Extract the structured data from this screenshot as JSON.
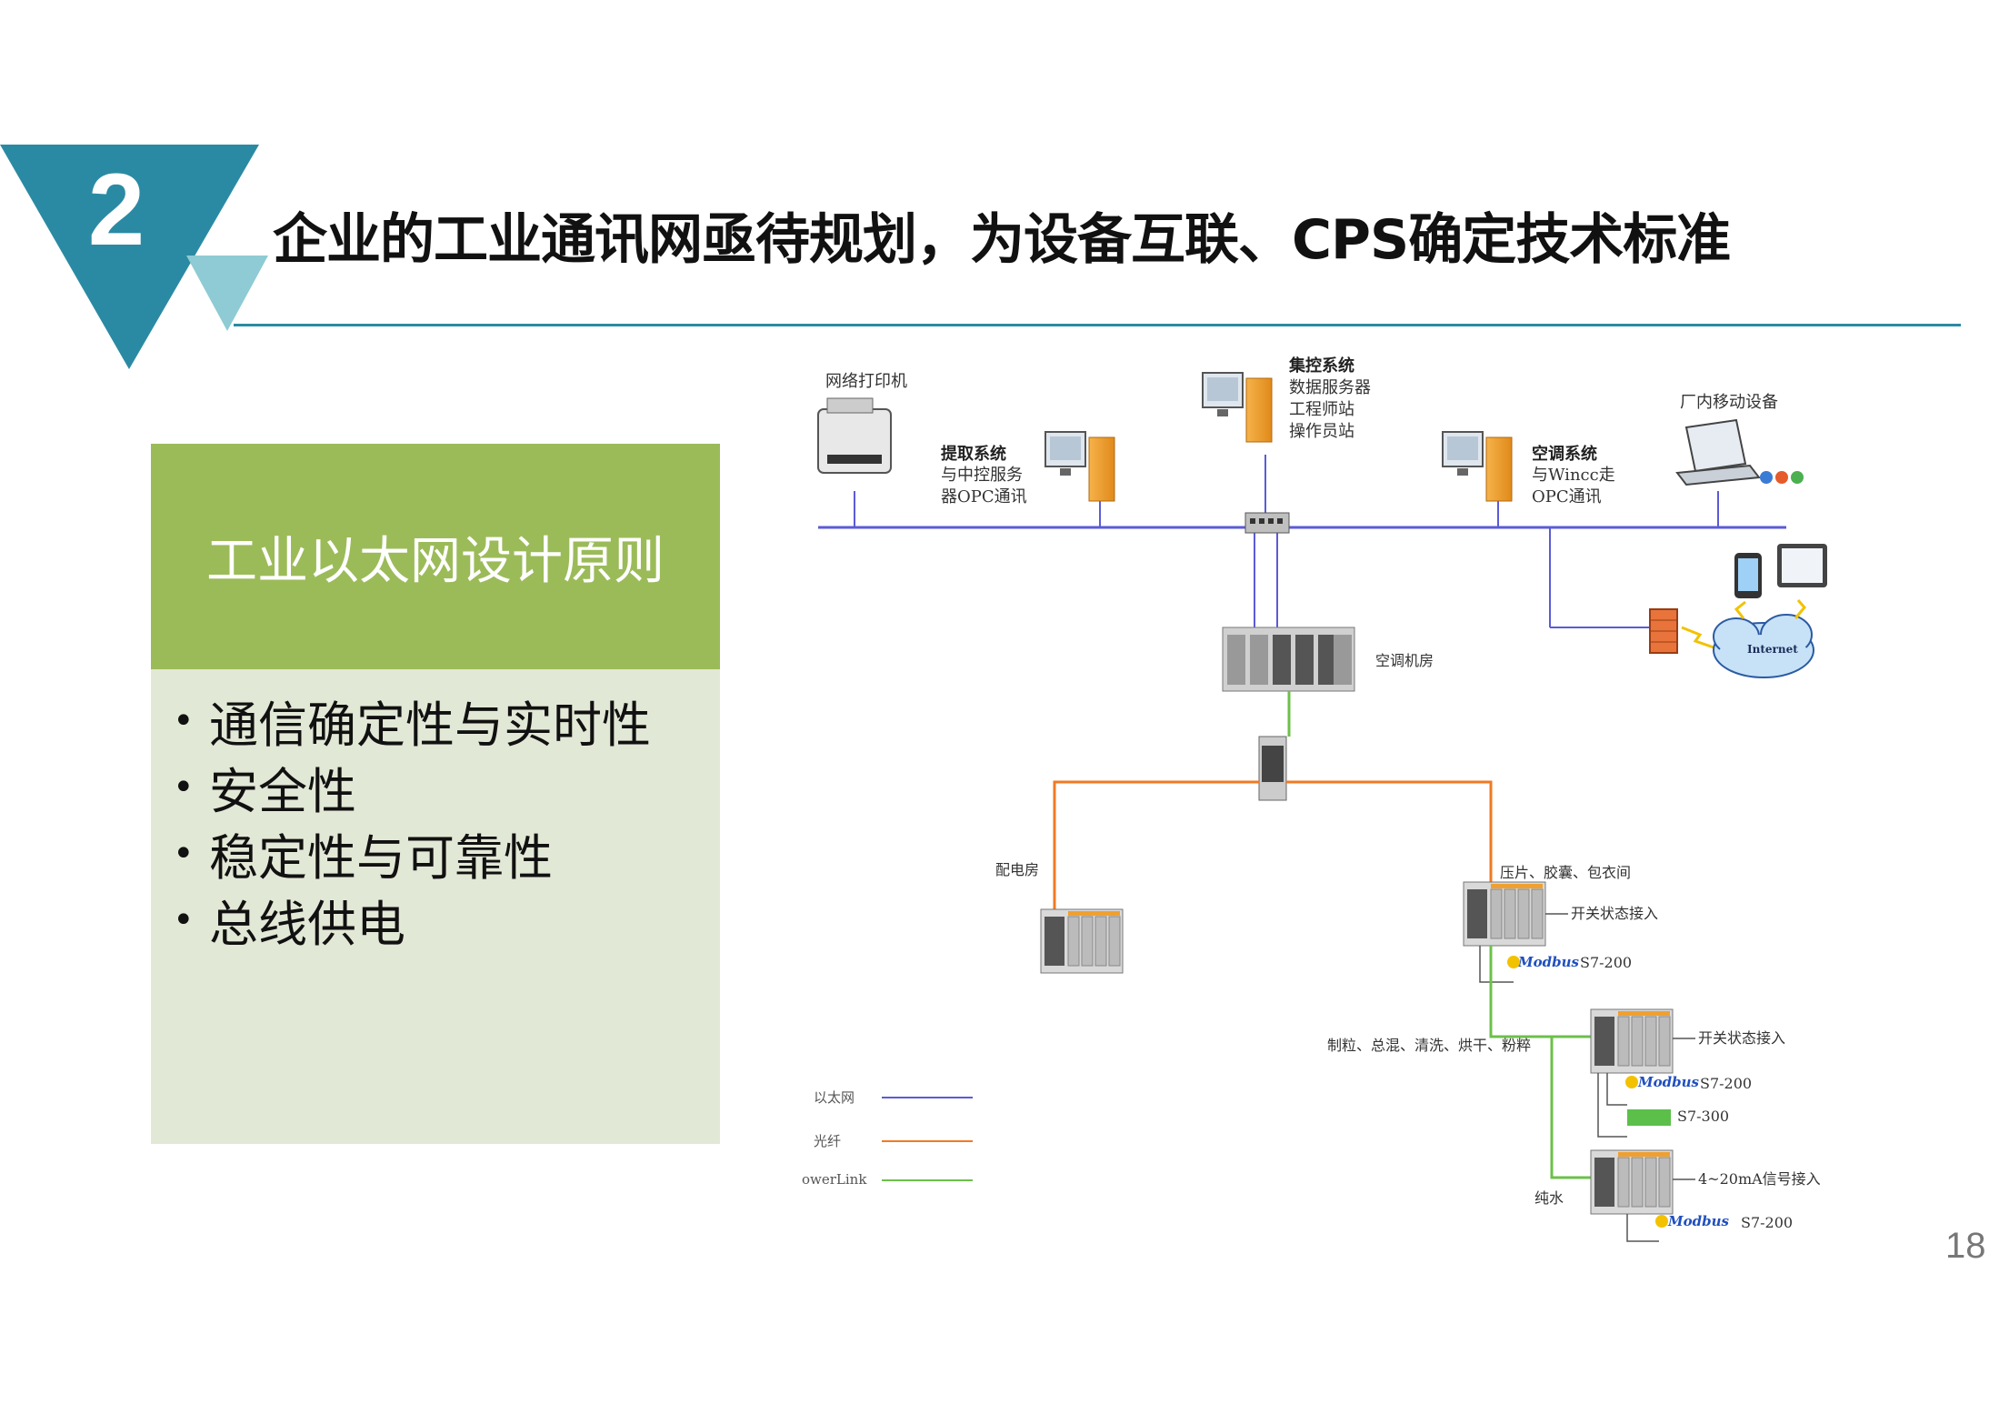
{
  "slide": {
    "number": "2",
    "title": "企业的工业通讯网亟待规划，为设备互联、CPS确定技术标准",
    "page_number": "18"
  },
  "panel": {
    "header": "工业以太网设计原则",
    "bullets": [
      "通信确定性与实时性",
      "安全性",
      "稳定性与可靠性",
      "总线供电"
    ]
  },
  "diagram": {
    "printer_label": "网络打印机",
    "extract": [
      "提取系统",
      "与中控服务",
      "器OPC通讯"
    ],
    "central": [
      "集控系统",
      "数据服务器",
      "工程师站",
      "操作员站"
    ],
    "aircon": [
      "空调系统",
      "与Wincc走",
      "OPC通讯"
    ],
    "mobile_label": "厂内移动设备",
    "internet_label": "Internet",
    "aircon_room": "空调机房",
    "power_room": "配电房",
    "tablet_area": "压片、胶囊、包衣间",
    "switch_input_1": "开关状态接入",
    "modbus": "Modbus",
    "s7_200": "S7-200",
    "granulation": "制粒、总混、清洗、烘干、粉粹",
    "switch_input_2": "开关状态接入",
    "s7_300": "S7-300",
    "pure_water": "纯水",
    "signal_input": "4~20mA信号接入",
    "legend": {
      "ethernet": "以太网",
      "fiber": "光纤",
      "powerlink": "owerLink"
    },
    "colors": {
      "ethernet": "#5b5bd6",
      "fiber": "#f07a23",
      "powerlink": "#6cc04a"
    }
  }
}
